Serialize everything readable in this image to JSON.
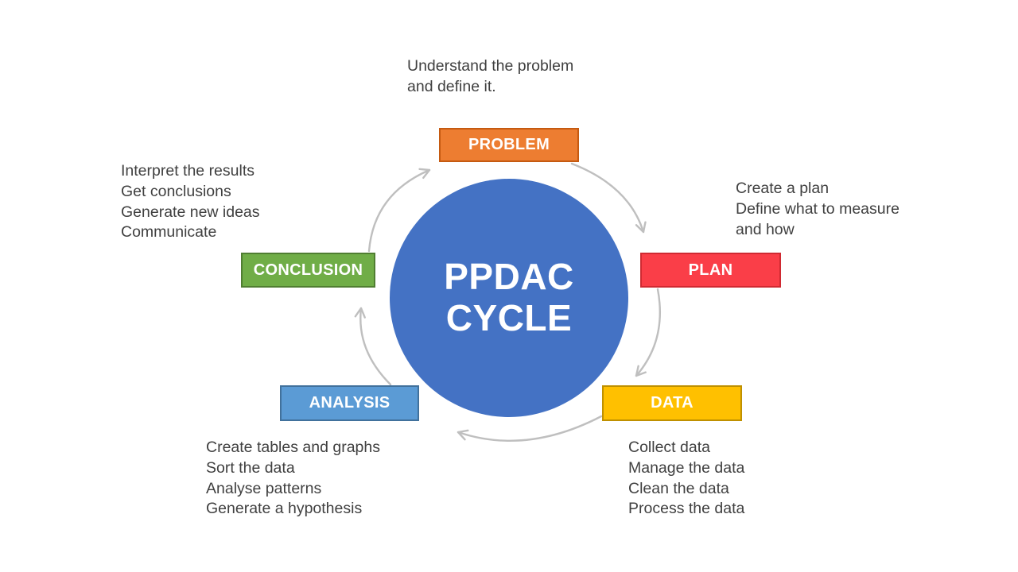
{
  "title": {
    "text": "PPDAC\nCYCLE"
  },
  "stages": [
    {
      "id": "problem",
      "label": "PROBLEM",
      "fill": "#ED7D31",
      "border": "#C55A11",
      "description": "Understand the problem\nand define it."
    },
    {
      "id": "plan",
      "label": "PLAN",
      "fill": "#FA3E48",
      "border": "#D02A32",
      "description": "Create a plan\nDefine what to measure\nand how"
    },
    {
      "id": "data",
      "label": "DATA",
      "fill": "#FFC000",
      "border": "#BF9000",
      "description": "Collect data\nManage the data\nClean the data\nProcess the data"
    },
    {
      "id": "analysis",
      "label": "ANALYSIS",
      "fill": "#5B9BD5",
      "border": "#41719C",
      "description": "Create tables and graphs\nSort the data\nAnalyse patterns\nGenerate a hypothesis"
    },
    {
      "id": "conclusion",
      "label": "CONCLUSION",
      "fill": "#70AD47",
      "border": "#507E32",
      "description": "Interpret the results\nGet conclusions\nGenerate new ideas\nCommunicate"
    }
  ],
  "colors": {
    "center_circle": "#4472C4",
    "arrow": "#BFBFBF",
    "text": "#404040",
    "background": "#FFFFFF"
  }
}
